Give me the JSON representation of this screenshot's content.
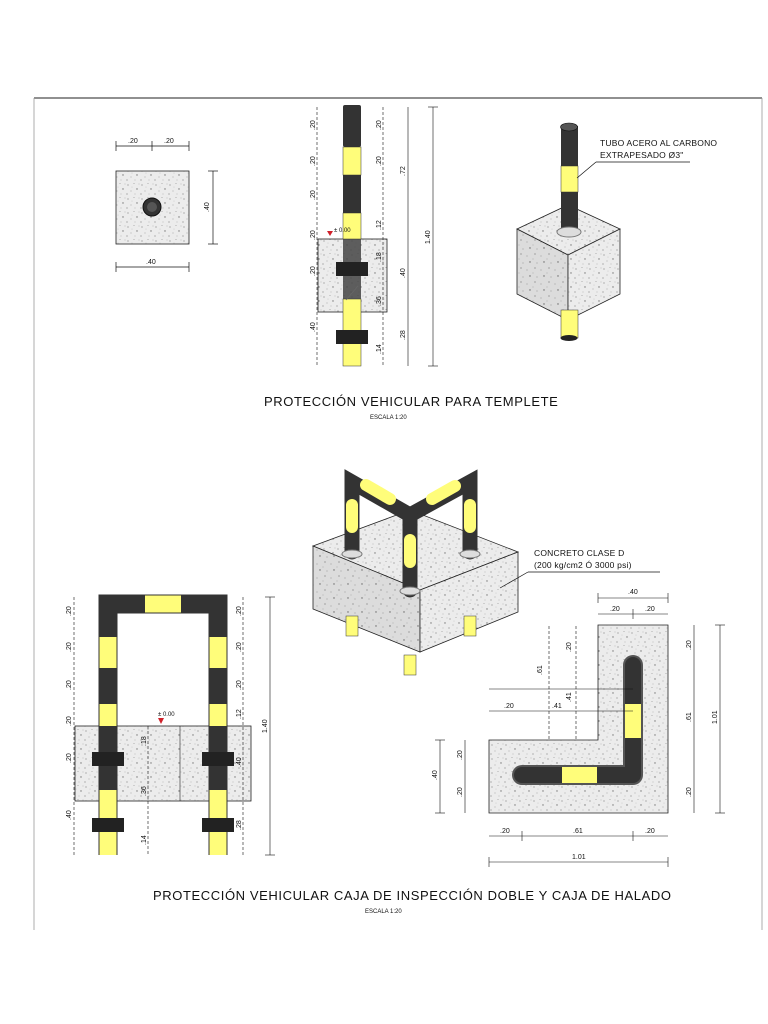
{
  "drawing_1": {
    "title": "PROTECCIÓN VEHICULAR PARA TEMPLETE",
    "scale": "ESCALA 1:20",
    "plan_dims": {
      "top_left": ".20",
      "top_right": ".20",
      "side": ".40",
      "bottom": ".40"
    },
    "elev_left_dims": [
      ".20",
      ".20",
      ".20",
      ".20",
      ".20",
      ".40"
    ],
    "elev_inner_dims": [
      ".20",
      ".20",
      ".12",
      ".18",
      ".36",
      ".14"
    ],
    "elev_right_dims": {
      "a": ".72",
      "b": ".40",
      "c": ".28",
      "total": "1.40"
    },
    "level_mark": "± 0.00",
    "callout": {
      "line1": "TUBO ACERO AL CARBONO",
      "line2": "EXTRAPESADO Ø3\""
    }
  },
  "drawing_2": {
    "title": "PROTECCIÓN VEHICULAR CAJA DE INSPECCIÓN DOBLE Y CAJA DE HALADO",
    "scale": "ESCALA 1:20",
    "callout": {
      "line1": "CONCRETO CLASE D",
      "line2": "(200 kg/cm2 Ó 3000 psi)"
    },
    "elev_left_dims": [
      ".20",
      ".20",
      ".20",
      ".20",
      ".20",
      ".40"
    ],
    "elev_mid_dims": [
      ".20",
      ".20",
      ".20",
      ".12",
      ".40",
      ".28"
    ],
    "elev_inner_dims": [
      ".18",
      ".36",
      ".14"
    ],
    "elev_total": "1.40",
    "level_mark": "± 0.00",
    "plan": {
      "top_total": ".40",
      "top_left": ".20",
      "top_right": ".20",
      "h1": ".61",
      "h2": ".41",
      "v1": ".20",
      "left_a": ".20",
      "left_b": ".41",
      "left_side": ".40",
      "left_s1": ".20",
      "left_s2": ".20",
      "right_a": ".20",
      "right_b": ".61",
      "right_c": ".20",
      "right_total": "1.01",
      "bottom_a": ".20",
      "bottom_b": ".61",
      "bottom_c": ".20",
      "bottom_total": "1.01"
    }
  },
  "colors": {
    "pipe_dark": "#333333",
    "pipe_yellow": "#fffd7a",
    "concrete": "#ececec"
  }
}
